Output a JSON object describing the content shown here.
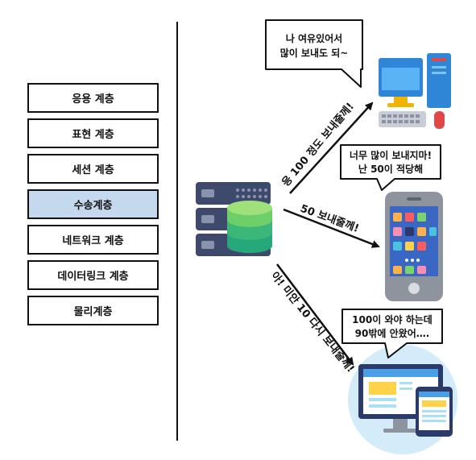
{
  "layers": [
    {
      "label": "응용 계층",
      "highlighted": false
    },
    {
      "label": "표현 계층",
      "highlighted": false
    },
    {
      "label": "세션 계층",
      "highlighted": false
    },
    {
      "label": "수송계층",
      "highlighted": true
    },
    {
      "label": "네트워크 계층",
      "highlighted": false
    },
    {
      "label": "데이터링크 계층",
      "highlighted": false
    },
    {
      "label": "물리계층",
      "highlighted": false
    }
  ],
  "bubbles": {
    "desktop": {
      "line1": "나 여유있어서",
      "line2": "많이 보내도 되~"
    },
    "phone": {
      "line1": "너무 많이 보내지마!",
      "line2": "난 50이 적당해"
    },
    "monitor": {
      "line1": "100이 와야 하는데",
      "line2": "90밖에 안왔어…."
    }
  },
  "arrows": {
    "to_desktop": "응 100 정도 보내줄께!",
    "to_phone": "50 보내줄께!",
    "to_monitor": "아! 미안 10 다시 보내줄께!"
  },
  "colors": {
    "highlight": "#c5d9ee",
    "server_dark": "#3e4a6b",
    "db_green": "#27a87a",
    "screen_blue": "#2f86d6"
  }
}
